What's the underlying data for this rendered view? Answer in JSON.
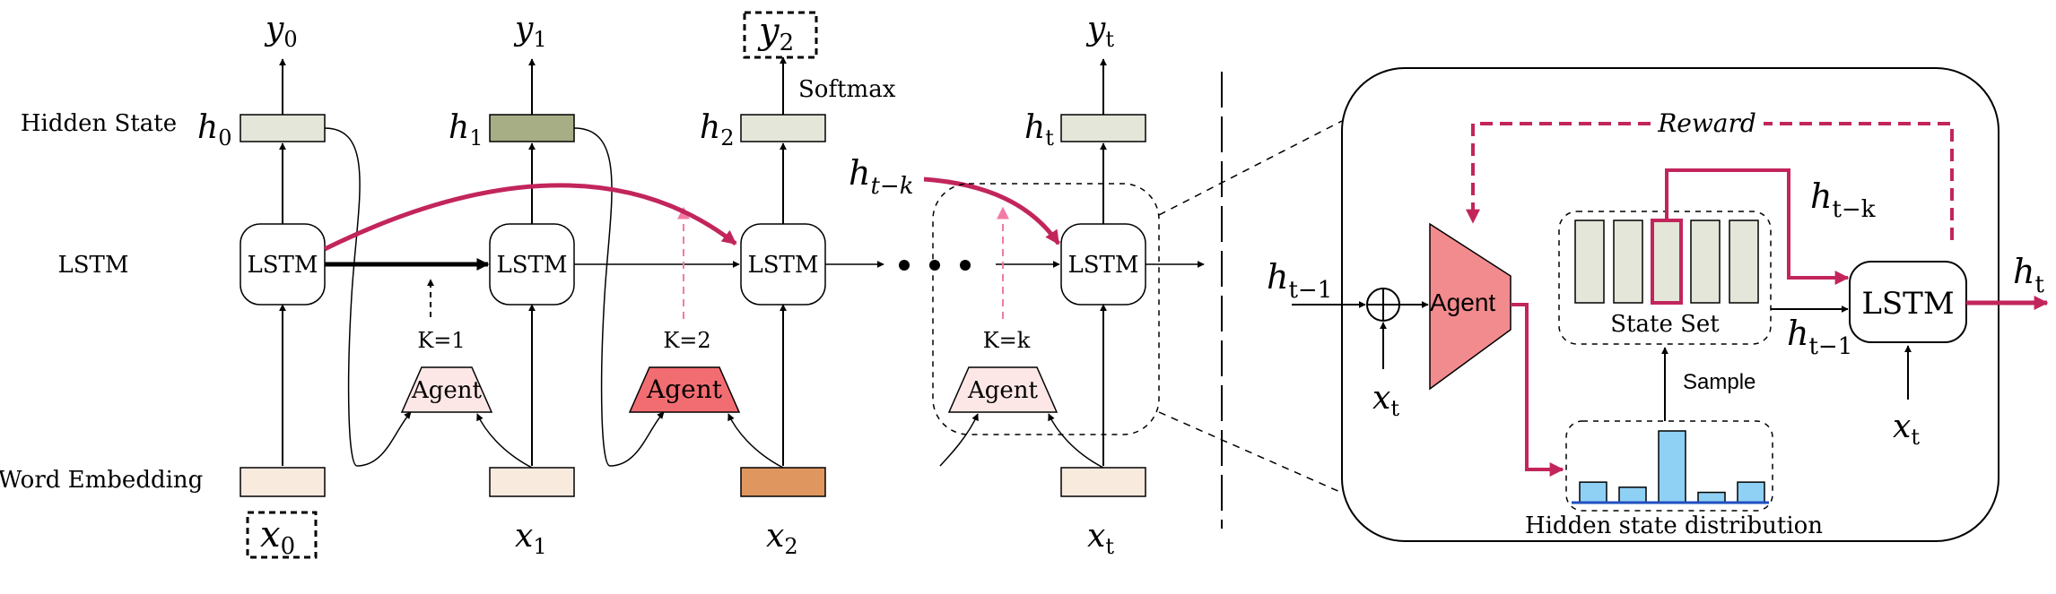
{
  "row_labels": {
    "hidden_state": "Hidden State",
    "lstm": "LSTM",
    "word_embedding": "Word Embedding"
  },
  "cells": [
    {
      "lstm": "LSTM",
      "h": "h",
      "h_sub": "0",
      "y": "y",
      "y_sub": "0",
      "x": "x",
      "x_sub": "0",
      "x_boxed": true,
      "y_boxed": false,
      "hidden_color": "#e3e6d8",
      "embed_color": "#f9eade"
    },
    {
      "lstm": "LSTM",
      "h": "h",
      "h_sub": "1",
      "y": "y",
      "y_sub": "1",
      "x": "x",
      "x_sub": "1",
      "x_boxed": false,
      "y_boxed": false,
      "hidden_color": "#a7ae86",
      "embed_color": "#f9eade"
    },
    {
      "lstm": "LSTM",
      "h": "h",
      "h_sub": "2",
      "y": "y",
      "y_sub": "2",
      "x": "x",
      "x_sub": "2",
      "x_boxed": false,
      "y_boxed": true,
      "hidden_color": "#e3e6d8",
      "embed_color": "#e0975f"
    },
    {
      "lstm": "LSTM",
      "h": "h",
      "h_sub": "t",
      "y": "y",
      "y_sub": "t",
      "x": "x",
      "x_sub": "t",
      "x_boxed": false,
      "y_boxed": false,
      "hidden_color": "#e3e6d8",
      "embed_color": "#f9eade"
    }
  ],
  "agents": [
    {
      "label": "Agent",
      "k": "K=1",
      "fill": "#fde6e6"
    },
    {
      "label": "Agent",
      "k": "K=2",
      "fill": "#f26d72"
    },
    {
      "label": "Agent",
      "k": "K=k",
      "fill": "#fde6e6"
    }
  ],
  "softmax": "Softmax",
  "skip_label": {
    "h": "h",
    "sub": "t−k"
  },
  "detail": {
    "reward": "Reward",
    "agent": "Agent",
    "state_set": "State Set",
    "sample": "Sample",
    "distribution_label": "Hidden state distribution",
    "distribution_values": [
      2,
      1.5,
      7,
      1,
      2
    ],
    "lstm": "LSTM",
    "h_in": {
      "h": "h",
      "sub": "t−1"
    },
    "h_state": {
      "h": "h",
      "sub": "t−1"
    },
    "h_skip": {
      "h": "h",
      "sub": "t−k"
    },
    "h_out": {
      "h": "h",
      "sub": "t"
    },
    "x_in": {
      "x": "x",
      "sub": "t"
    },
    "x_lstm": {
      "x": "x",
      "sub": "t"
    }
  },
  "colors": {
    "crimson": "#c2255c",
    "pink_dashed": "#f27aa6",
    "agent_detail": "#f28b8e",
    "bar_fill": "#8fd0f5",
    "bar_base": "#1f4fbf"
  }
}
